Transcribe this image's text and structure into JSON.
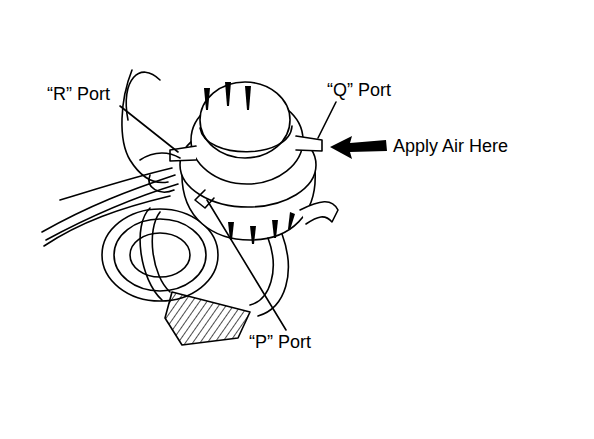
{
  "diagram": {
    "labels": [
      "“R” Port",
      "“Q” Port",
      "“P” Port",
      "Apply Air Here"
    ]
  }
}
